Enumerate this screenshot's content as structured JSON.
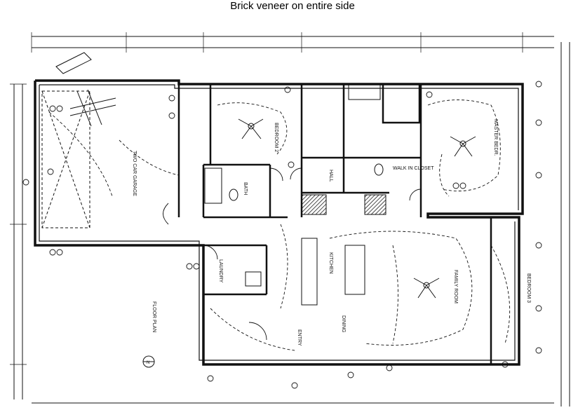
{
  "caption": "Brick veneer on entire side",
  "labels": {
    "garage": "TWO CAR GARAGE",
    "bedroom_2": "BEDROOM 2",
    "master_bedroom": "MASTER BEDR.",
    "family_room": "FAMILY ROOM",
    "bedroom_3": "BEDROOM 3",
    "bath": "BATH",
    "laundry": "LAUNDRY",
    "hall": "HALL",
    "walk_in_closet": "WALK IN CLOSET",
    "kitchen": "KITCHEN",
    "dining": "DINING",
    "entry": "ENTRY",
    "floor_plan": "FLOOR PLAN",
    "scale_mark": "N"
  },
  "colors": {
    "ink": "#111111",
    "paper": "#ffffff"
  }
}
